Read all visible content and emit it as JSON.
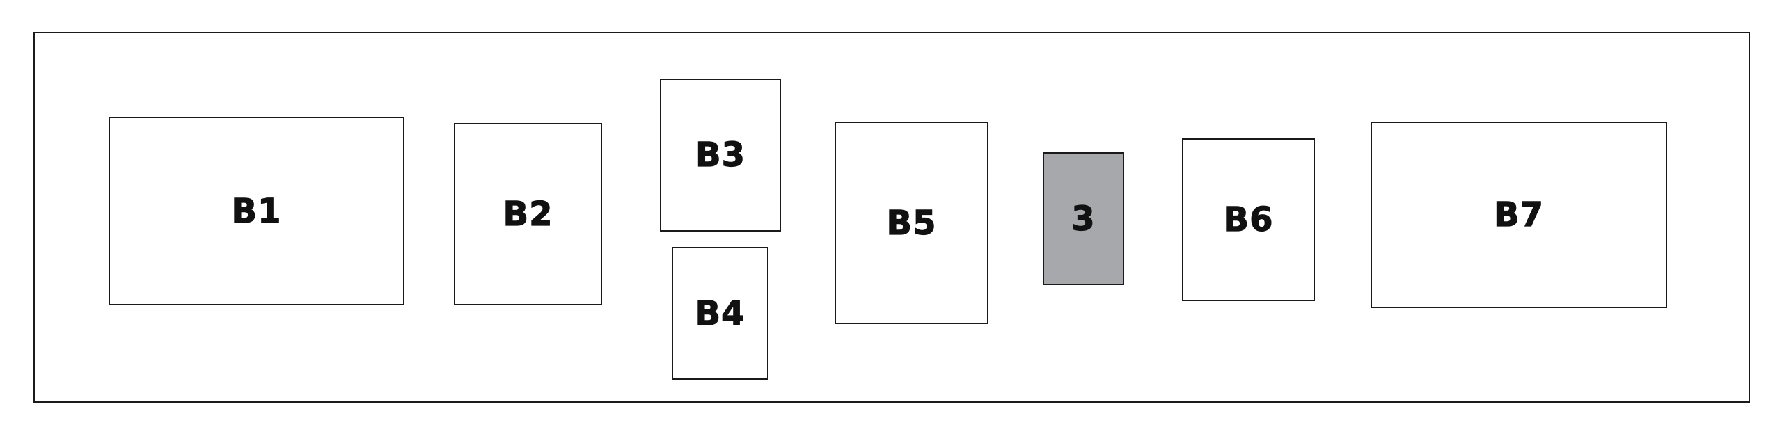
{
  "boxes": [
    {
      "label": "B1"
    },
    {
      "label": "B2"
    },
    {
      "label": "B3"
    },
    {
      "label": "B4"
    },
    {
      "label": "B5"
    },
    {
      "label": "3",
      "fill": "#a7a8ab"
    },
    {
      "label": "B6"
    },
    {
      "label": "B7"
    }
  ]
}
